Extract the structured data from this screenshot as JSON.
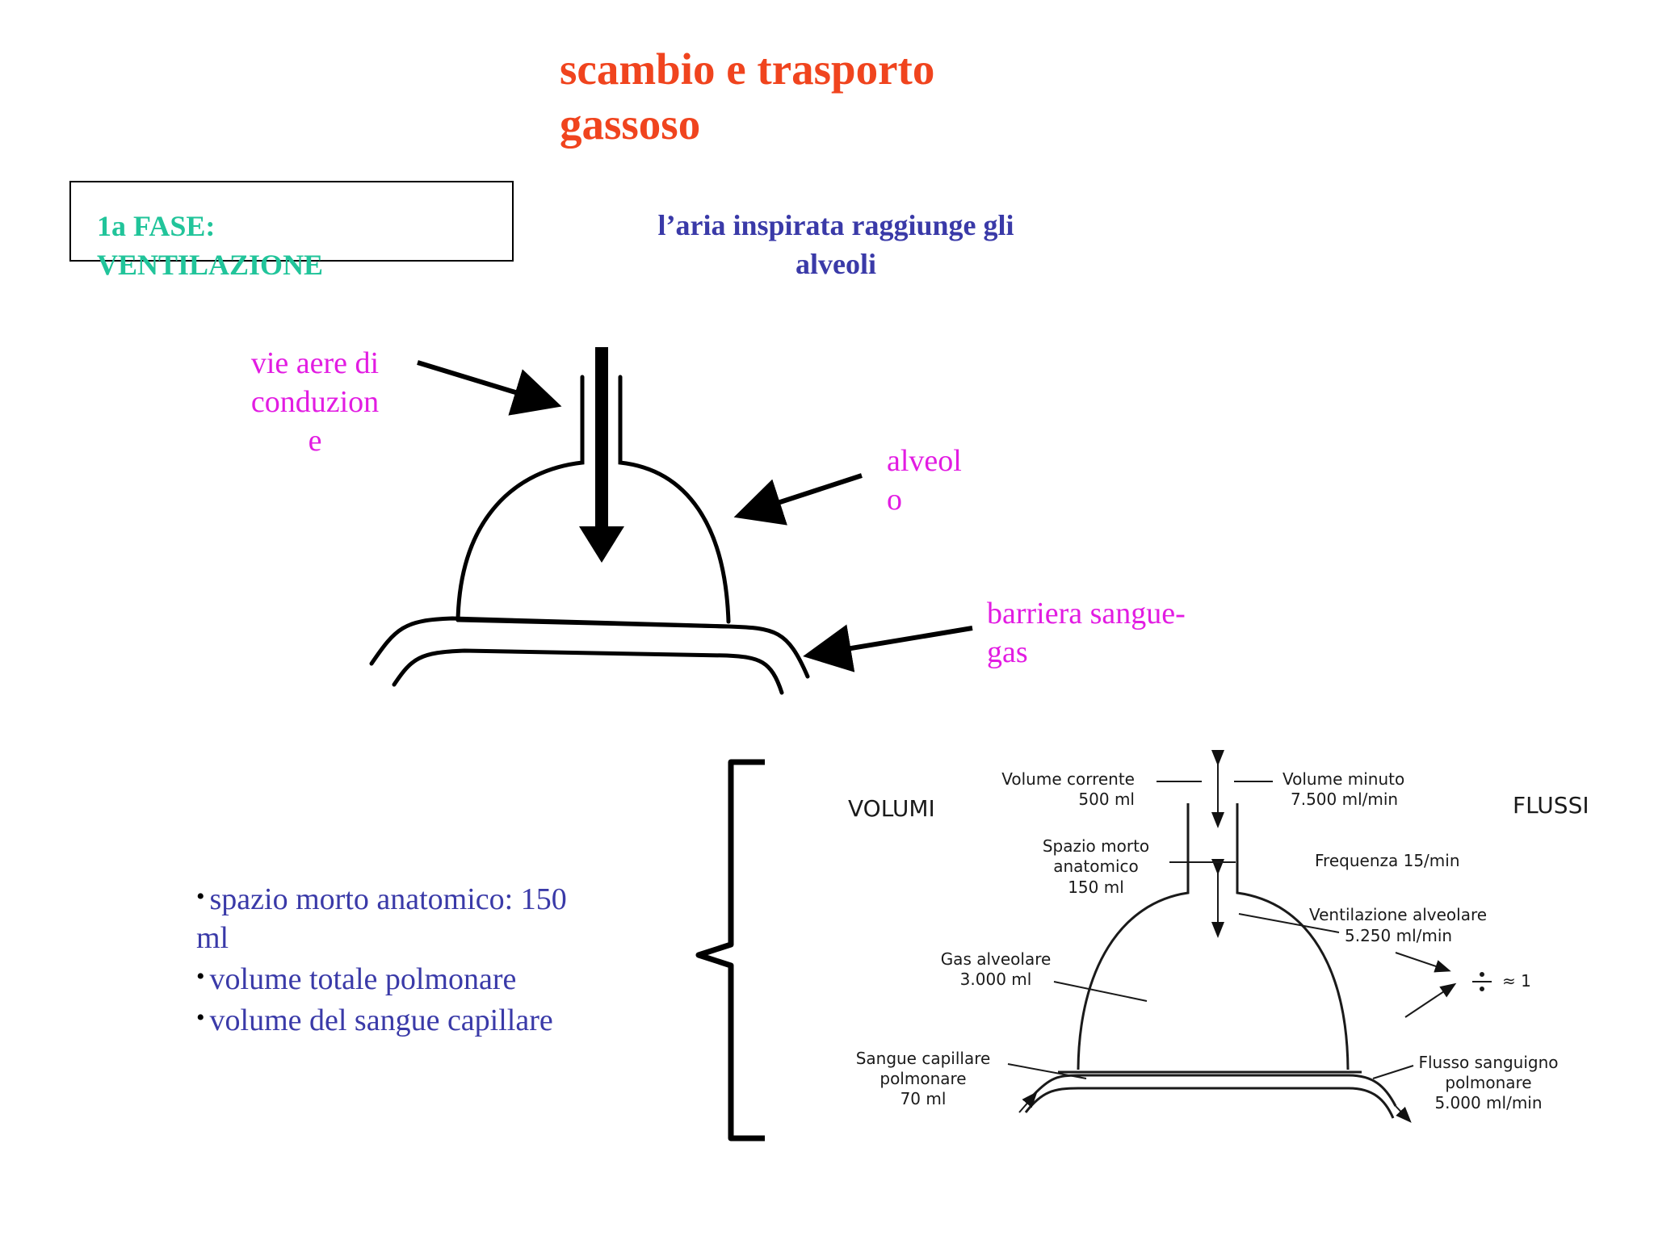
{
  "title": {
    "line1": "scambio e trasporto",
    "line2": "gassoso"
  },
  "phase": {
    "line1": "1a FASE:",
    "line2": "VENTILAZIONE"
  },
  "subtitle": {
    "line1": "l’aria inspirata raggiunge gli",
    "line2": "alveoli"
  },
  "labels": {
    "vie": [
      "vie aere di",
      "conduzion",
      "e"
    ],
    "alveolo": [
      "alveol",
      "o"
    ],
    "barriera": [
      "barriera sangue-",
      "gas"
    ]
  },
  "bullets": [
    {
      "line1": "spazio morto anatomico: 150",
      "line2": "ml"
    },
    {
      "line1": "volume totale polmonare"
    },
    {
      "line1": "volume del sangue capillare"
    }
  ],
  "figure": {
    "volumi": "VOLUMI",
    "flussi": "FLUSSI",
    "volume_corrente": [
      "Volume corrente",
      "500 ml"
    ],
    "volume_minuto": [
      "Volume minuto",
      "7.500 ml/min"
    ],
    "spazio_morto": [
      "Spazio morto",
      "anatomico",
      "150 ml"
    ],
    "frequenza": "Frequenza 15/min",
    "ventilazione_alveolare": [
      "Ventilazione alveolare",
      "5.250 ml/min"
    ],
    "gas_alveolare": [
      "Gas alveolare",
      "3.000 ml"
    ],
    "ratio": "≈ 1",
    "sangue_capillare": [
      "Sangue capillare",
      "polmonare",
      "70 ml"
    ],
    "flusso_sanguigno": [
      "Flusso sanguigno",
      "polmonare",
      "5.000 ml/min"
    ]
  }
}
